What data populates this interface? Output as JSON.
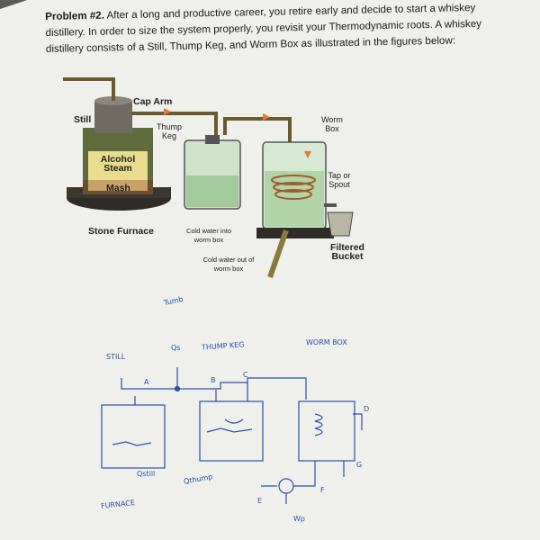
{
  "problem": {
    "heading": "Problem #2.",
    "text": "After a long and productive career, you retire early and decide to start a whiskey distillery. In order to size the system properly, you revisit your Thermodynamic roots. A whiskey distillery consists of a Still, Thump Keg, and Worm Box as illustrated in the figures below:"
  },
  "diagram_labels": {
    "cap_arm": "Cap Arm",
    "still": "Still",
    "thump_keg": "Thump Keg",
    "worm_box": "Worm Box",
    "alcohol_steam": "Alcohol Steam",
    "mash": "Mash",
    "tap_or_spout": "Tap or Spout",
    "stone_furnace": "Stone Furnace",
    "cold_water_into": "Cold water into worm box",
    "cold_water_out": "Cold water out of worm box",
    "filtered_bucket": "Filtered Bucket"
  },
  "handwriting": {
    "tumb": "Tumb",
    "still": "STILL",
    "qs": "Qs",
    "thump_keg": "THUMP KEG",
    "worm_box": "WORM BOX",
    "a": "A",
    "b": "B",
    "c": "C",
    "d": "D",
    "e": "E",
    "f": "F",
    "g": "G",
    "q_still": "Qstill",
    "q_thump": "Qthump",
    "furnace": "FURNACE",
    "wp": "Wp"
  },
  "colors": {
    "ink": "#2a52a8",
    "paper": "#efefec",
    "furnace": "#2f2c27",
    "brass": "#b08a3e",
    "glass": "#cfe3c8"
  }
}
